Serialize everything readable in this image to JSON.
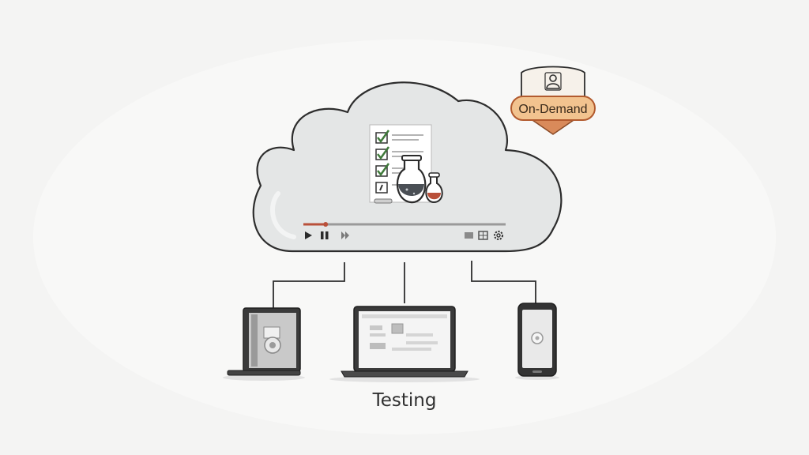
{
  "badge": {
    "label": "On-Demand",
    "icon": "user-icon"
  },
  "caption": "Testing",
  "cloud": {
    "document_icon": "checklist-document-icon",
    "flask_icons": [
      "large-flask-icon",
      "small-flask-icon"
    ],
    "player": {
      "progress": 0.11,
      "controls": [
        "play-icon",
        "pause-icon",
        "skip-icon"
      ],
      "right_controls": [
        "captions-icon",
        "grid-icon",
        "settings-icon"
      ]
    }
  },
  "devices": [
    "tablet",
    "laptop",
    "phone"
  ],
  "colors": {
    "badge_fill": "#f2c38f",
    "badge_stroke": "#b25a2e",
    "progress_fill": "#b9503a",
    "checkbox": "#3f7a3a",
    "cloud_fill": "#e4e6e6",
    "outline": "#2d2d2d"
  }
}
